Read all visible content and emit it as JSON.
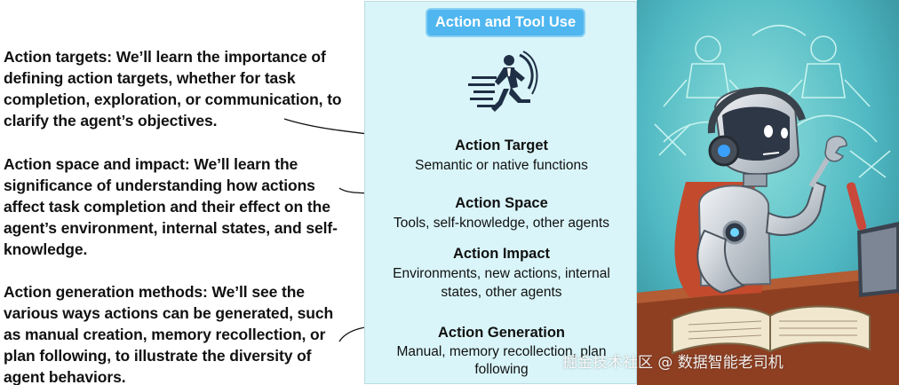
{
  "notes": [
    {
      "id": "targets",
      "text": "Action targets: We’ll learn the importance of defining action targets, whether for task completion, exploration, or communication, to clarify the agent’s objectives."
    },
    {
      "id": "space",
      "text": "Action space and impact: We’ll learn the significance of understanding how actions affect task completion and their effect on the agent’s environment, internal states, and self-knowledge."
    },
    {
      "id": "generation",
      "text": "Action generation methods: We’ll see the various ways actions can be generated, such as manual creation, memory recollection, or plan following, to illustrate the diversity of agent behaviors."
    }
  ],
  "panel": {
    "title": "Action and Tool Use",
    "icon": "running-businessman-icon",
    "blocks": [
      {
        "title": "Action Target",
        "subtitle": "Semantic or native functions"
      },
      {
        "title": "Action Space",
        "subtitle": "Tools, self-knowledge, other agents"
      },
      {
        "title": "Action Impact",
        "subtitle": "Environments, new actions, internal states, other agents"
      },
      {
        "title": "Action Generation",
        "subtitle": "Manual, memory recollection, plan following"
      }
    ]
  },
  "illustration": {
    "subject": "robot-reading-book-illustration",
    "colors": {
      "background": "#52b9c3",
      "robot": "#dfe4ea",
      "cape": "#c8472e",
      "desk": "#9c4a2a",
      "visor": "#2e3746"
    }
  },
  "watermark": "掘金技术社区 @ 数据智能老司机",
  "colors": {
    "panel_bg": "#d9f5f9",
    "title_bg": "#4fb6ef",
    "text": "#111111"
  }
}
